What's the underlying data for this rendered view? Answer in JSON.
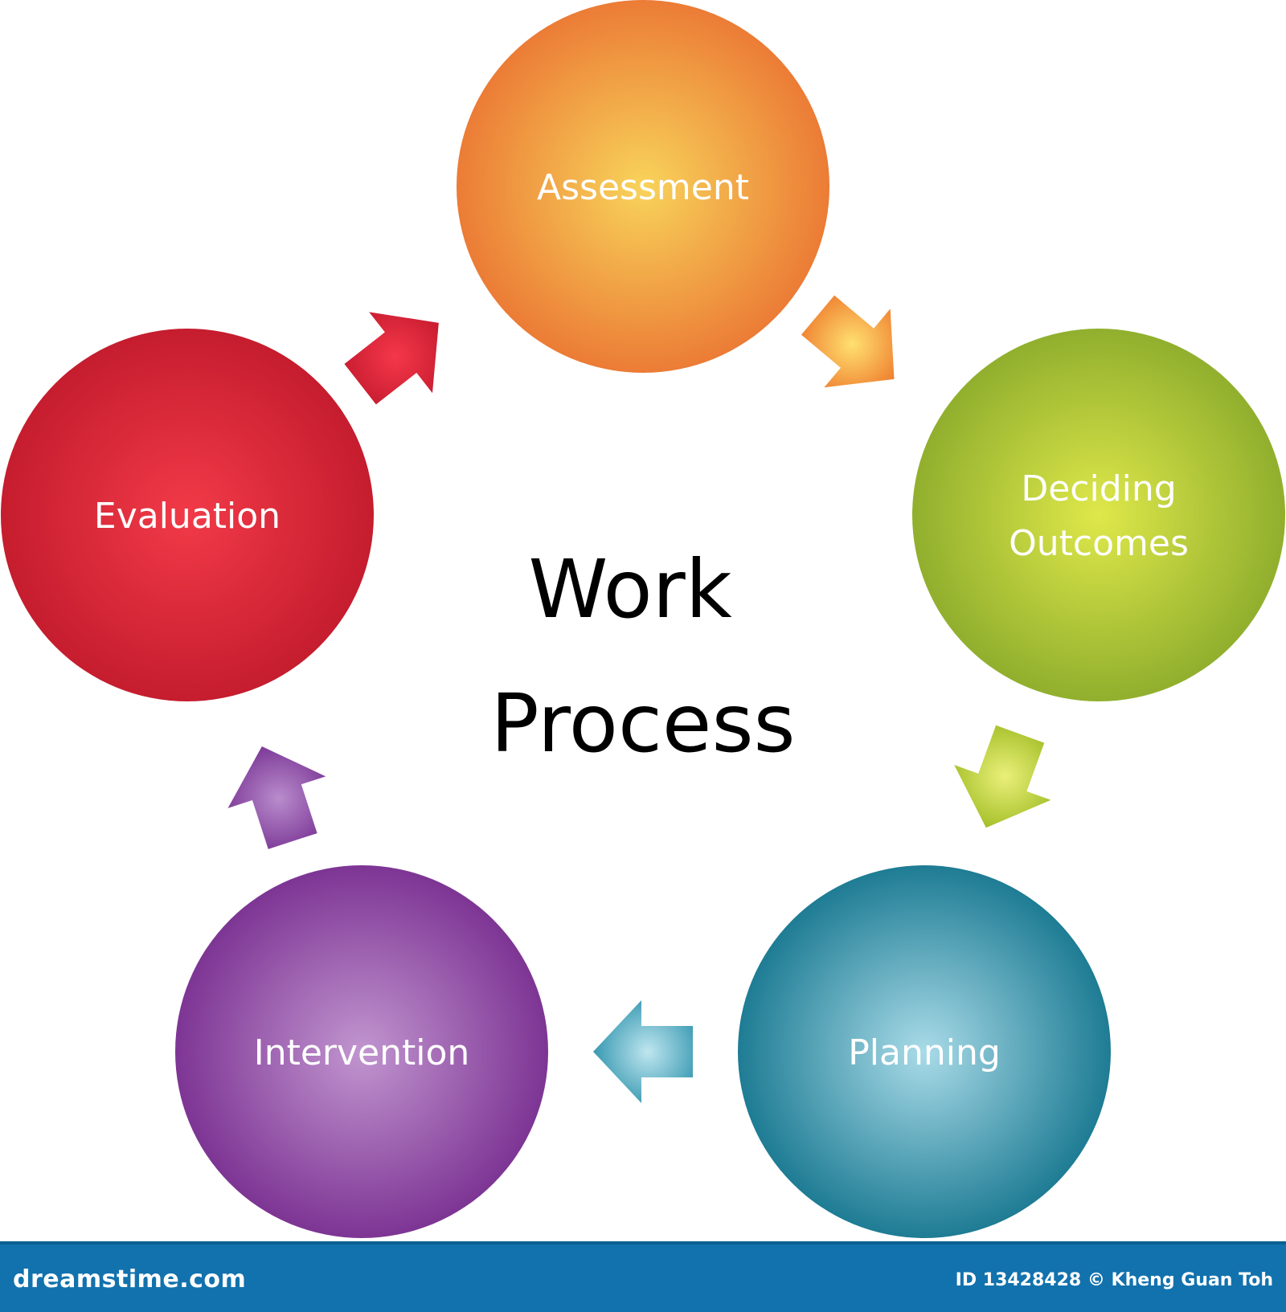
{
  "diagram": {
    "title_lines": [
      "Work",
      "Process"
    ],
    "nodes": [
      {
        "label_lines": [
          "Assessment"
        ],
        "color": "#eb7a35",
        "highlight": "#f8d35a"
      },
      {
        "label_lines": [
          "Deciding",
          "Outcomes"
        ],
        "color": "#8fae2d",
        "highlight": "#dfe84a"
      },
      {
        "label_lines": [
          "Planning"
        ],
        "color": "#1b7a92",
        "highlight": "#a9dbe8"
      },
      {
        "label_lines": [
          "Intervention"
        ],
        "color": "#7c3393",
        "highlight": "#c195cf"
      },
      {
        "label_lines": [
          "Evaluation"
        ],
        "color": "#c41c2e",
        "highlight": "#f23a48"
      }
    ],
    "arrows": [
      {
        "from": "Assessment",
        "to": "Deciding Outcomes",
        "color": "#ef8030",
        "highlight": "#ffe070"
      },
      {
        "from": "Deciding Outcomes",
        "to": "Planning",
        "color": "#a6c02a",
        "highlight": "#eaf07a"
      },
      {
        "from": "Planning",
        "to": "Intervention",
        "color": "#3a9ab2",
        "highlight": "#bfe6f0"
      },
      {
        "from": "Intervention",
        "to": "Evaluation",
        "color": "#7d3a98",
        "highlight": "#b98ccc"
      },
      {
        "from": "Evaluation",
        "to": "Assessment",
        "color": "#c81c30",
        "highlight": "#f5374a"
      }
    ]
  },
  "footer": {
    "brand": "dreamstime.com",
    "credit": "ID 13428428 © Kheng Guan Toh"
  }
}
